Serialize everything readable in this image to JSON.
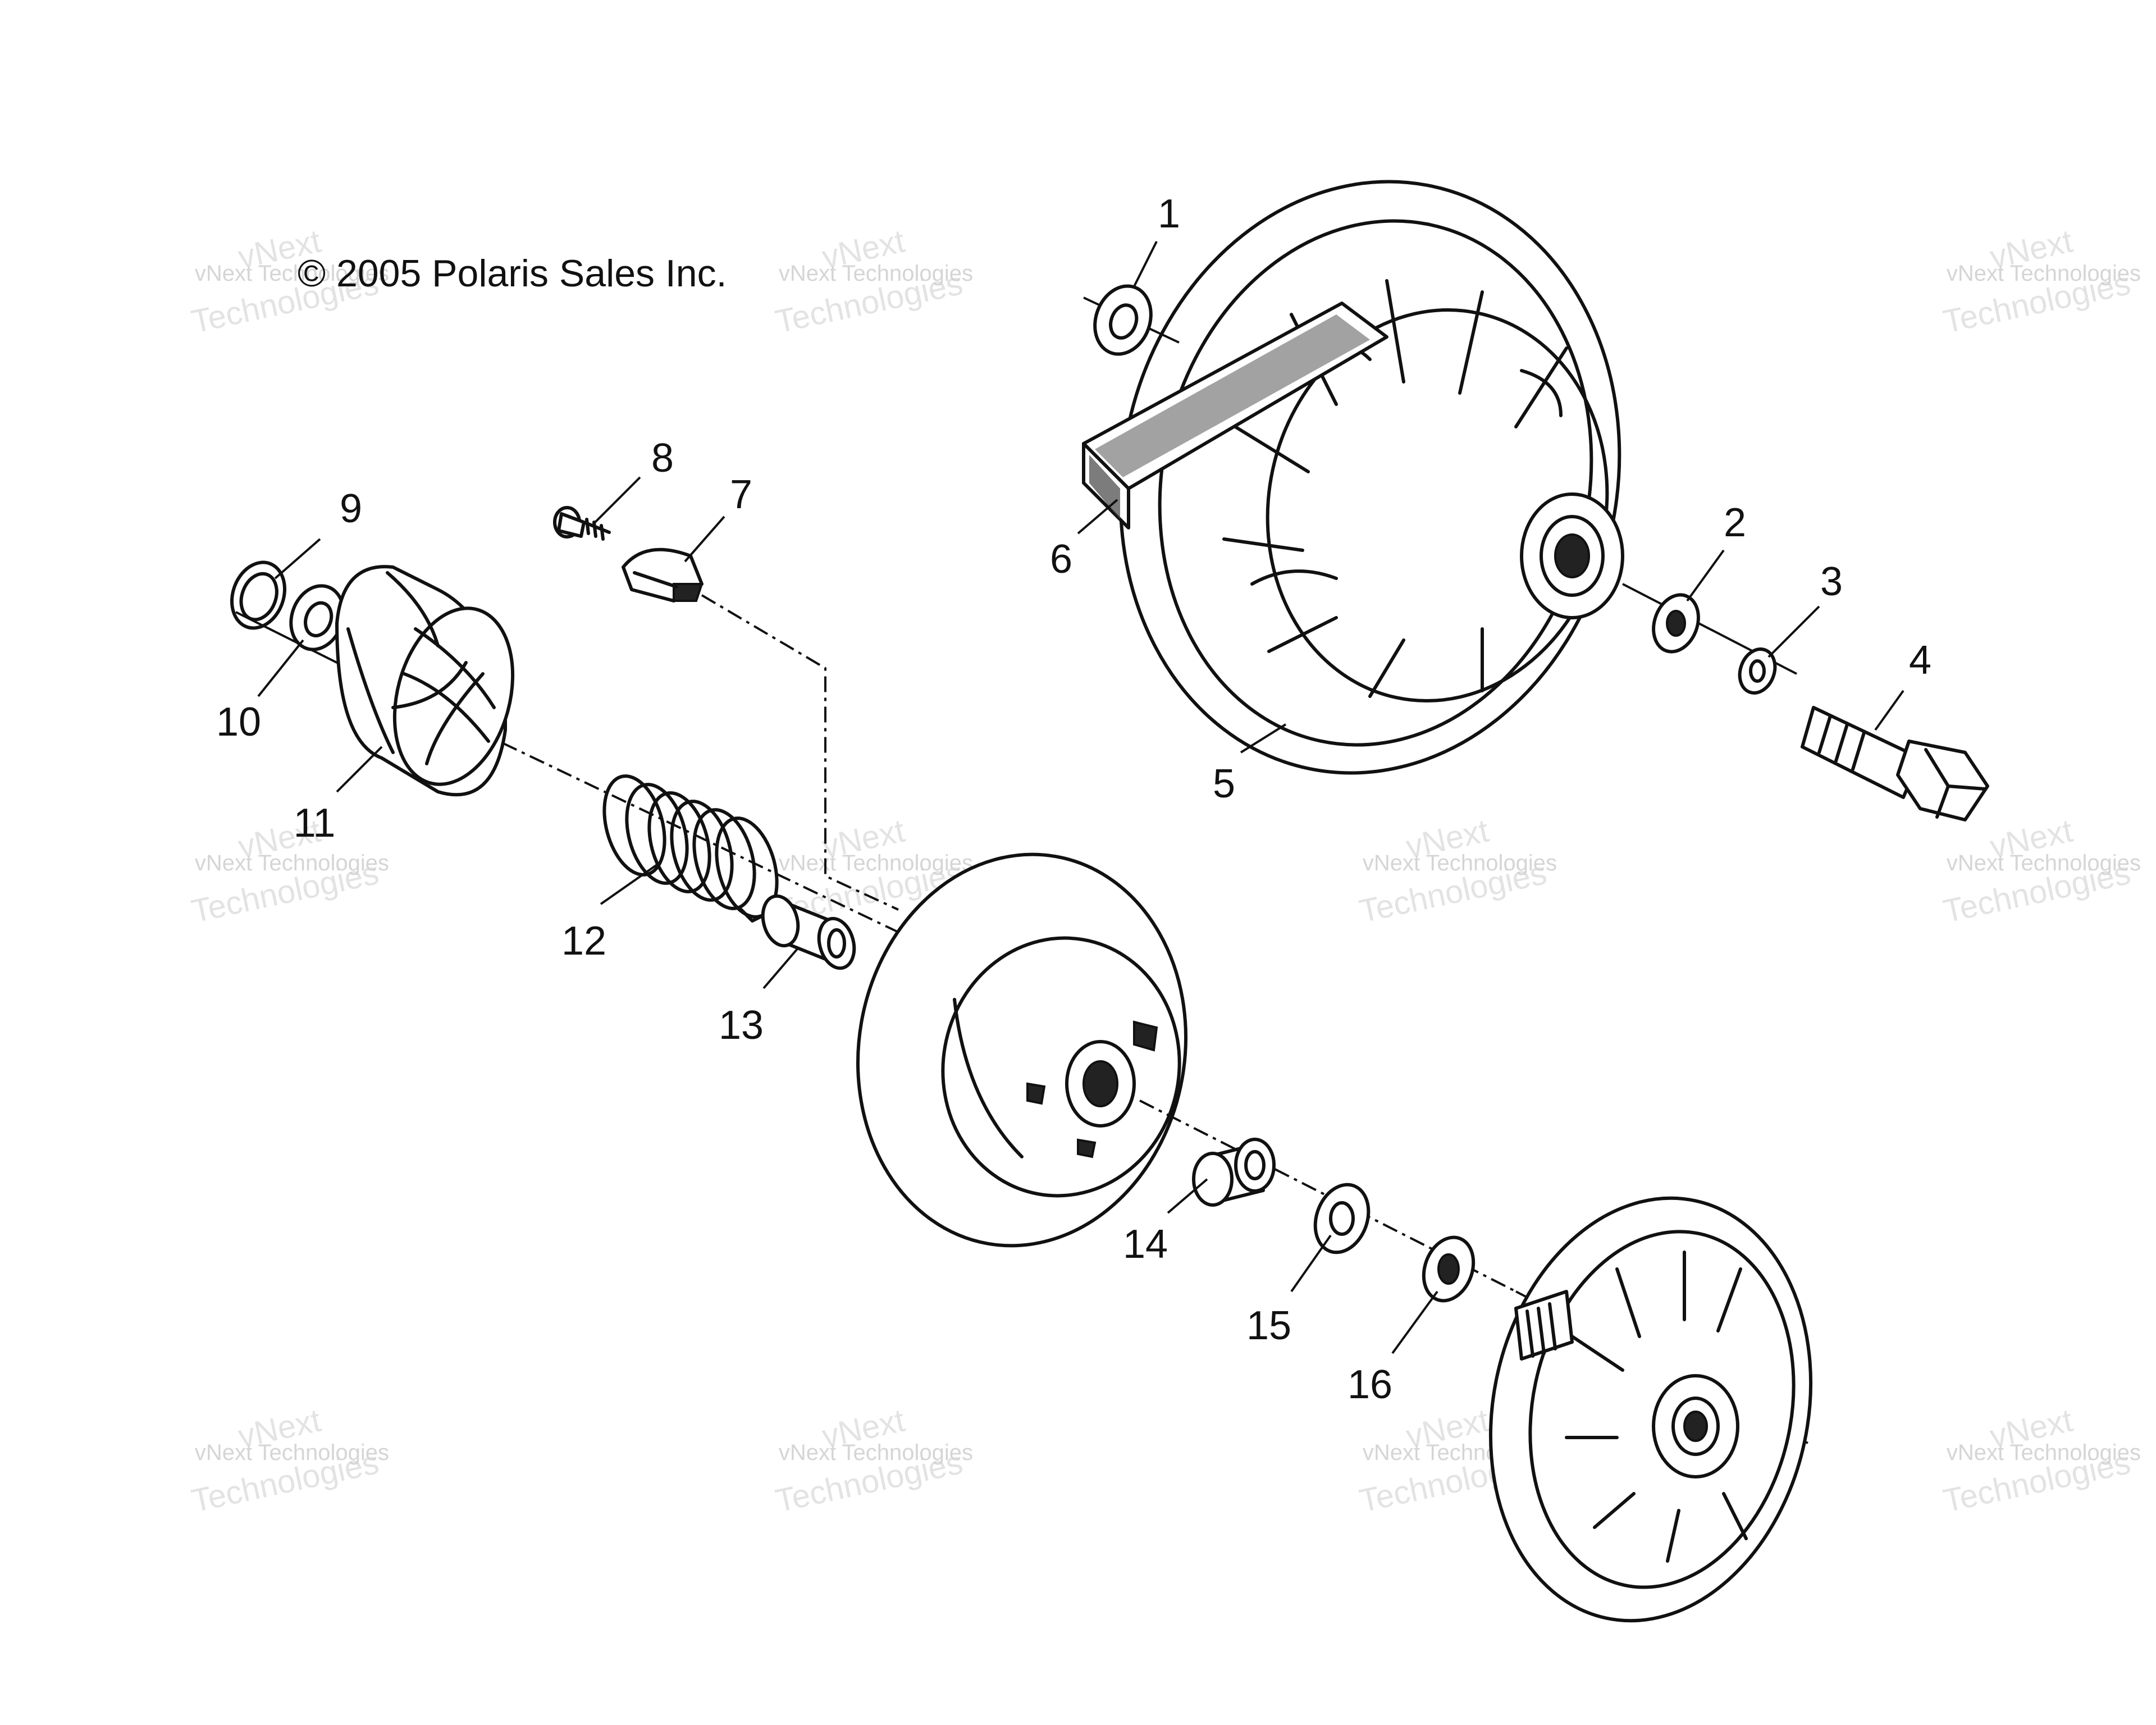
{
  "diagram": {
    "copyright": "© 2005 Polaris Sales Inc.",
    "watermark": {
      "line1": "vNext Technologies",
      "line2": "vNext",
      "line3": "Technologies"
    },
    "callouts": [
      {
        "label": "1"
      },
      {
        "label": "2"
      },
      {
        "label": "3"
      },
      {
        "label": "4"
      },
      {
        "label": "5"
      },
      {
        "label": "6"
      },
      {
        "label": "7"
      },
      {
        "label": "8"
      },
      {
        "label": "9"
      },
      {
        "label": "10"
      },
      {
        "label": "11"
      },
      {
        "label": "12"
      },
      {
        "label": "13"
      },
      {
        "label": "14"
      },
      {
        "label": "15"
      },
      {
        "label": "16"
      }
    ]
  }
}
